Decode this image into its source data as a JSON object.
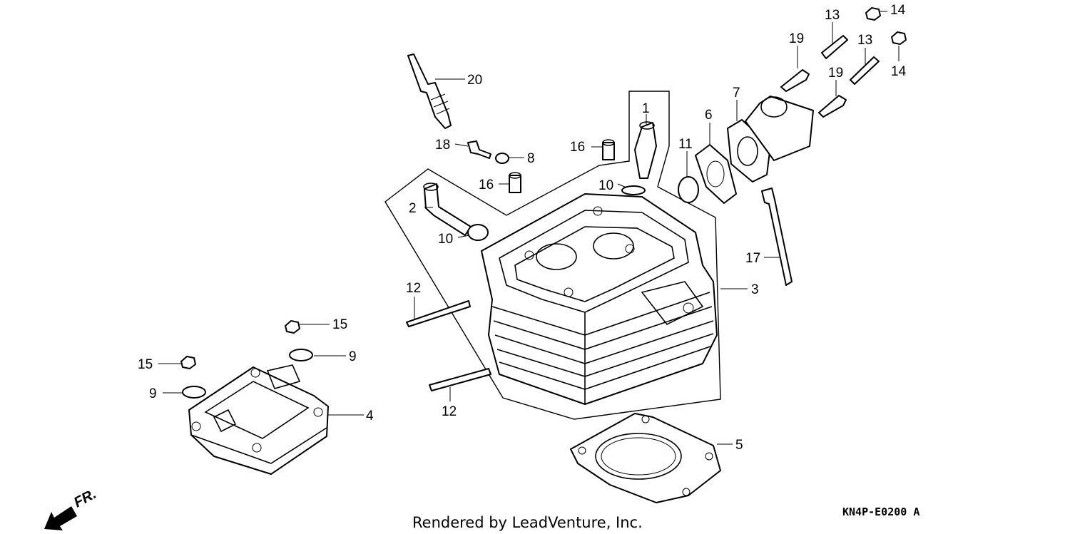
{
  "callouts": {
    "c1": "1",
    "c2": "2",
    "c3": "3",
    "c4": "4",
    "c5": "5",
    "c6": "6",
    "c7": "7",
    "c8": "8",
    "c9a": "9",
    "c9b": "9",
    "c10a": "10",
    "c10b": "10",
    "c11": "11",
    "c12a": "12",
    "c12b": "12",
    "c13a": "13",
    "c13b": "13",
    "c14a": "14",
    "c14b": "14",
    "c15a": "15",
    "c15b": "15",
    "c16a": "16",
    "c16b": "16",
    "c17": "17",
    "c18": "18",
    "c19a": "19",
    "c19b": "19",
    "c20": "20"
  },
  "footer": {
    "credit": "Rendered by LeadVenture, Inc.",
    "diagram_code": "KN4P-E0200 A",
    "direction_label": "FR."
  },
  "icons": {
    "direction": "front-direction-arrow-icon"
  }
}
